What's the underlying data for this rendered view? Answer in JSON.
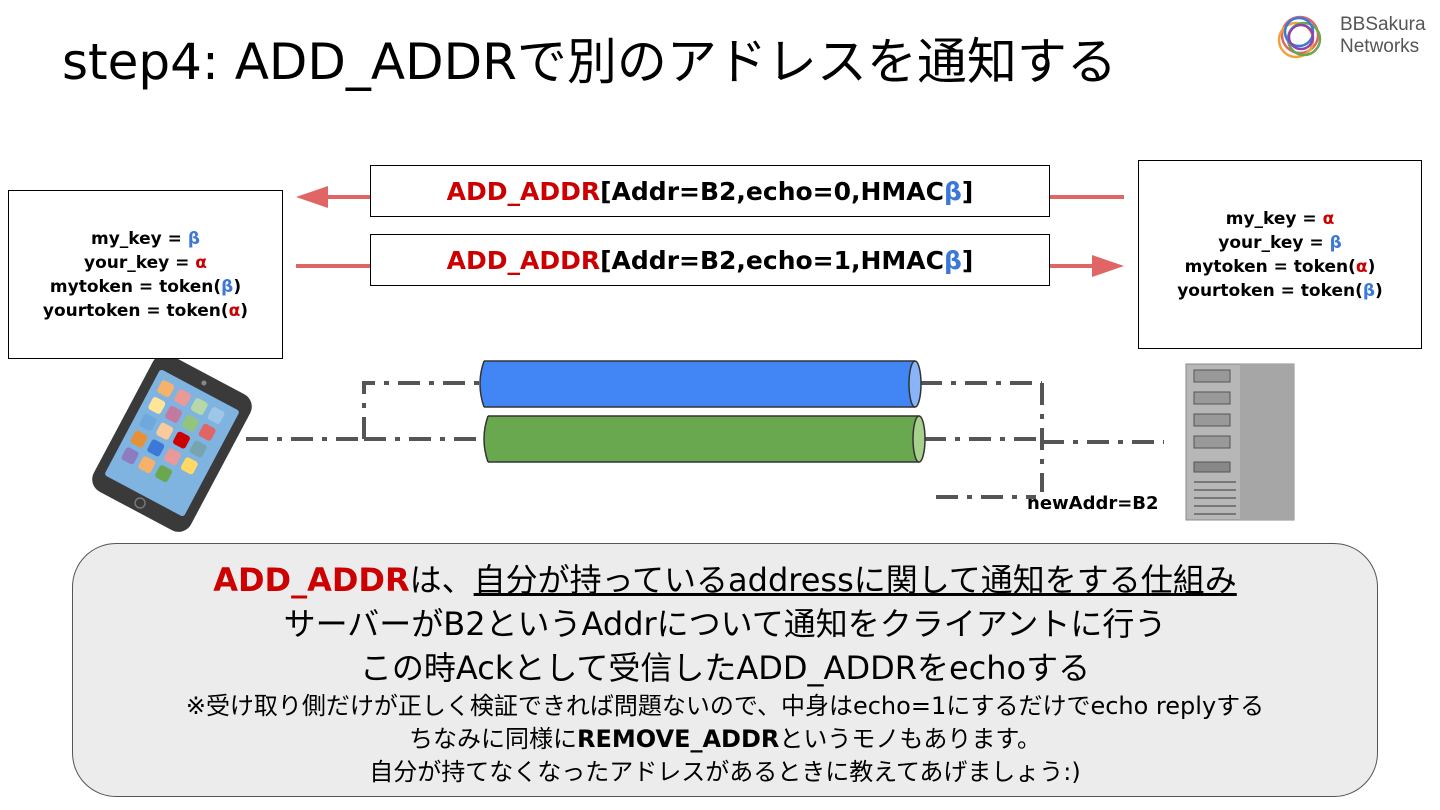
{
  "title": "step4: ADD_ADDRで別のアドレスを通知する",
  "logo": {
    "line1": "BBSakura",
    "line2": "Networks"
  },
  "client_keys": {
    "line1": {
      "prefix": "my_key = ",
      "greek": "β"
    },
    "line2": {
      "prefix": "your_key = ",
      "greek": "α"
    },
    "line3": {
      "prefix": "mytoken = token(",
      "greek": "β",
      "suffix": ")"
    },
    "line4": {
      "prefix": "yourtoken = token(",
      "greek": "α",
      "suffix": ")"
    }
  },
  "server_keys": {
    "line1": {
      "prefix": "my_key = ",
      "greek": "α"
    },
    "line2": {
      "prefix": "your_key = ",
      "greek": "β"
    },
    "line3": {
      "prefix": "mytoken = token(",
      "greek": "α",
      "suffix": ")"
    },
    "line4": {
      "prefix": "yourtoken = token(",
      "greek": "β",
      "suffix": ")"
    }
  },
  "messages": [
    {
      "name": "ADD_ADDR",
      "body": "[Addr=B2,echo=0,HMAC",
      "greek": "β",
      "close": "]"
    },
    {
      "name": "ADD_ADDR",
      "body": "[Addr=B2,echo=1,HMAC",
      "greek": "β",
      "close": "]"
    }
  ],
  "new_addr_label": "newAddr=B2",
  "note": {
    "line1_red": "ADD_ADDR",
    "line1_mid": "は、",
    "line1_underline": "自分が持っているaddressに関して通知をする仕組み",
    "line2": "サーバーがB2というAddrについて通知をクライアントに行う",
    "line3": "この時Ackとして受信したADD_ADDRをechoする",
    "line4": "※受け取り側だけが正しく検証できれば問題ないので、中身はecho=1にするだけでecho replyする",
    "line5_pre": "ちなみに同様に",
    "line5_bold": "REMOVE_ADDR",
    "line5_post": "というモノもあります。",
    "line6": "自分が持てなくなったアドレスがあるときに教えてあげましょう:)"
  },
  "colors": {
    "arrow": "#e06666",
    "alpha": "#cc0000",
    "beta": "#3c78d8",
    "subflow_blue": "#4285f4",
    "subflow_green": "#6aa84f"
  }
}
